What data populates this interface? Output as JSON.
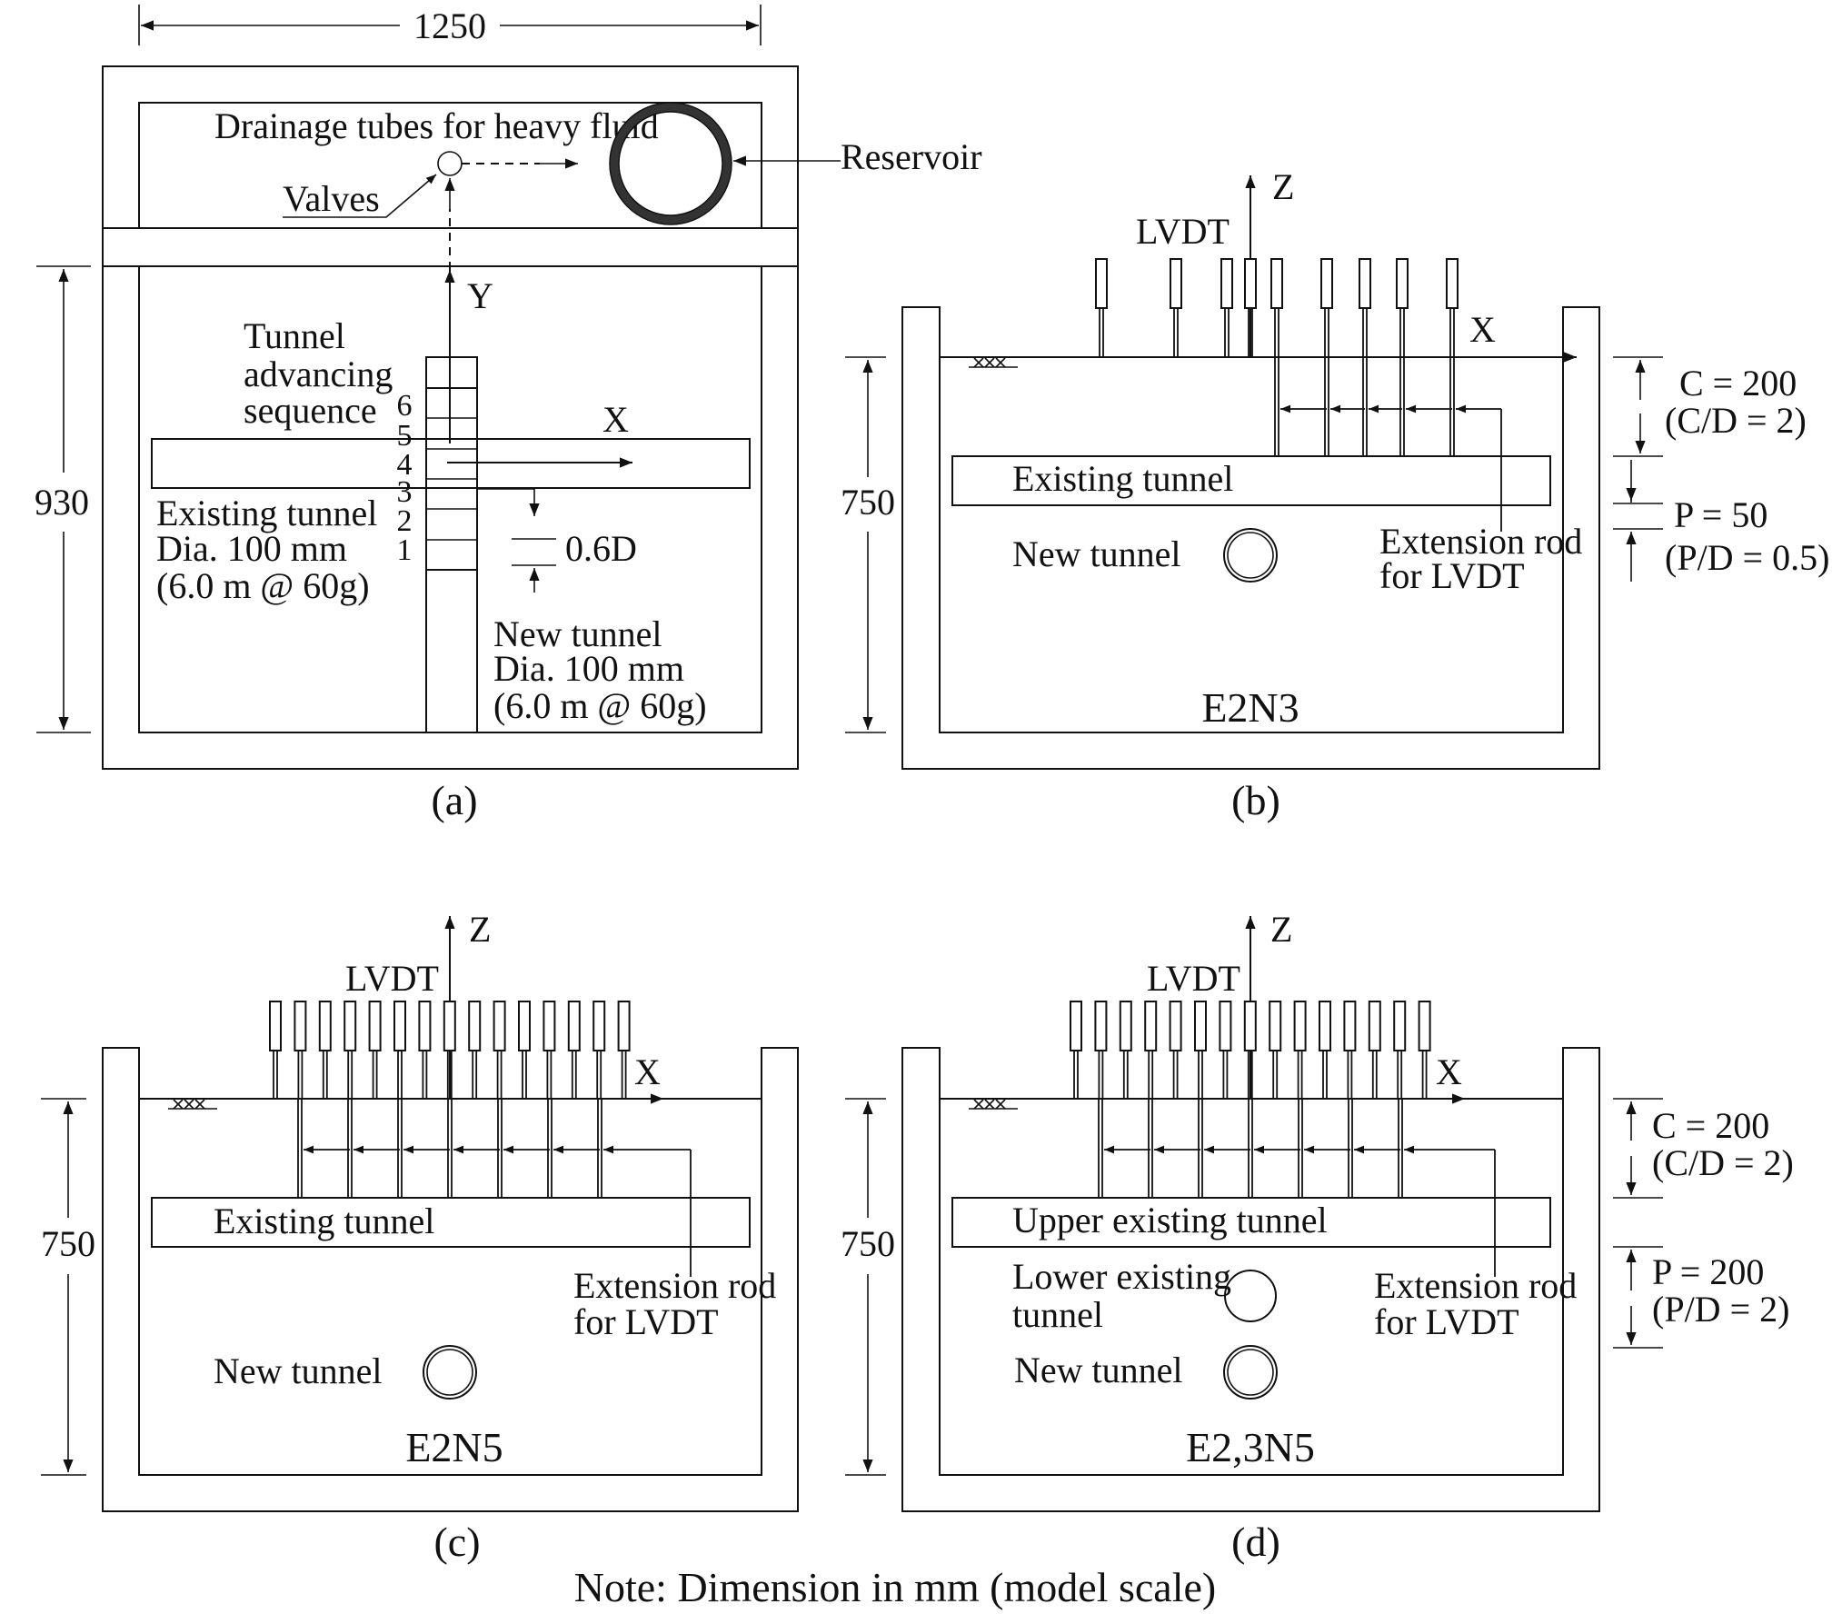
{
  "note": "Note: Dimension in mm (model scale)",
  "panel_a": {
    "label": "(a)",
    "dim_width": "1250",
    "dim_height": "930",
    "drainage": "Drainage tubes for heavy fluid",
    "reservoir": "Reservoir",
    "valves": "Valves",
    "axis_y": "Y",
    "axis_x": "X",
    "sequence_lines": [
      "Tunnel",
      "advancing",
      "sequence"
    ],
    "sequence_numbers": [
      "6",
      "5",
      "4",
      "3",
      "2",
      "1"
    ],
    "existing_lines": [
      "Existing tunnel",
      "Dia. 100 mm",
      "(6.0 m @ 60g)"
    ],
    "offset": "0.6D",
    "new_lines": [
      "New tunnel",
      "Dia. 100 mm",
      "(6.0 m @ 60g)"
    ]
  },
  "panel_b": {
    "label": "(b)",
    "case": "E2N3",
    "axis_z": "Z",
    "axis_x": "X",
    "lvdt": "LVDT",
    "dim_depth": "750",
    "existing": "Existing tunnel",
    "new": "New tunnel",
    "rod_lines": [
      "Extension rod",
      "for LVDT"
    ],
    "cover_lines": [
      "C = 200",
      "(C/D = 2)"
    ],
    "pillar_lines": [
      "P = 50",
      "(P/D = 0.5)"
    ]
  },
  "panel_c": {
    "label": "(c)",
    "case": "E2N5",
    "axis_z": "Z",
    "axis_x": "X",
    "lvdt": "LVDT",
    "dim_depth": "750",
    "existing": "Existing tunnel",
    "new": "New tunnel",
    "rod_lines": [
      "Extension rod",
      "for LVDT"
    ]
  },
  "panel_d": {
    "label": "(d)",
    "case": "E2,3N5",
    "axis_z": "Z",
    "axis_x": "X",
    "lvdt": "LVDT",
    "dim_depth": "750",
    "upper": "Upper existing tunnel",
    "lower_lines": [
      "Lower existing",
      "tunnel"
    ],
    "new": "New tunnel",
    "rod_lines": [
      "Extension rod",
      "for LVDT"
    ],
    "cover_lines": [
      "C = 200",
      "(C/D = 2)"
    ],
    "pillar_lines": [
      "P = 200",
      "(P/D = 2)"
    ]
  }
}
